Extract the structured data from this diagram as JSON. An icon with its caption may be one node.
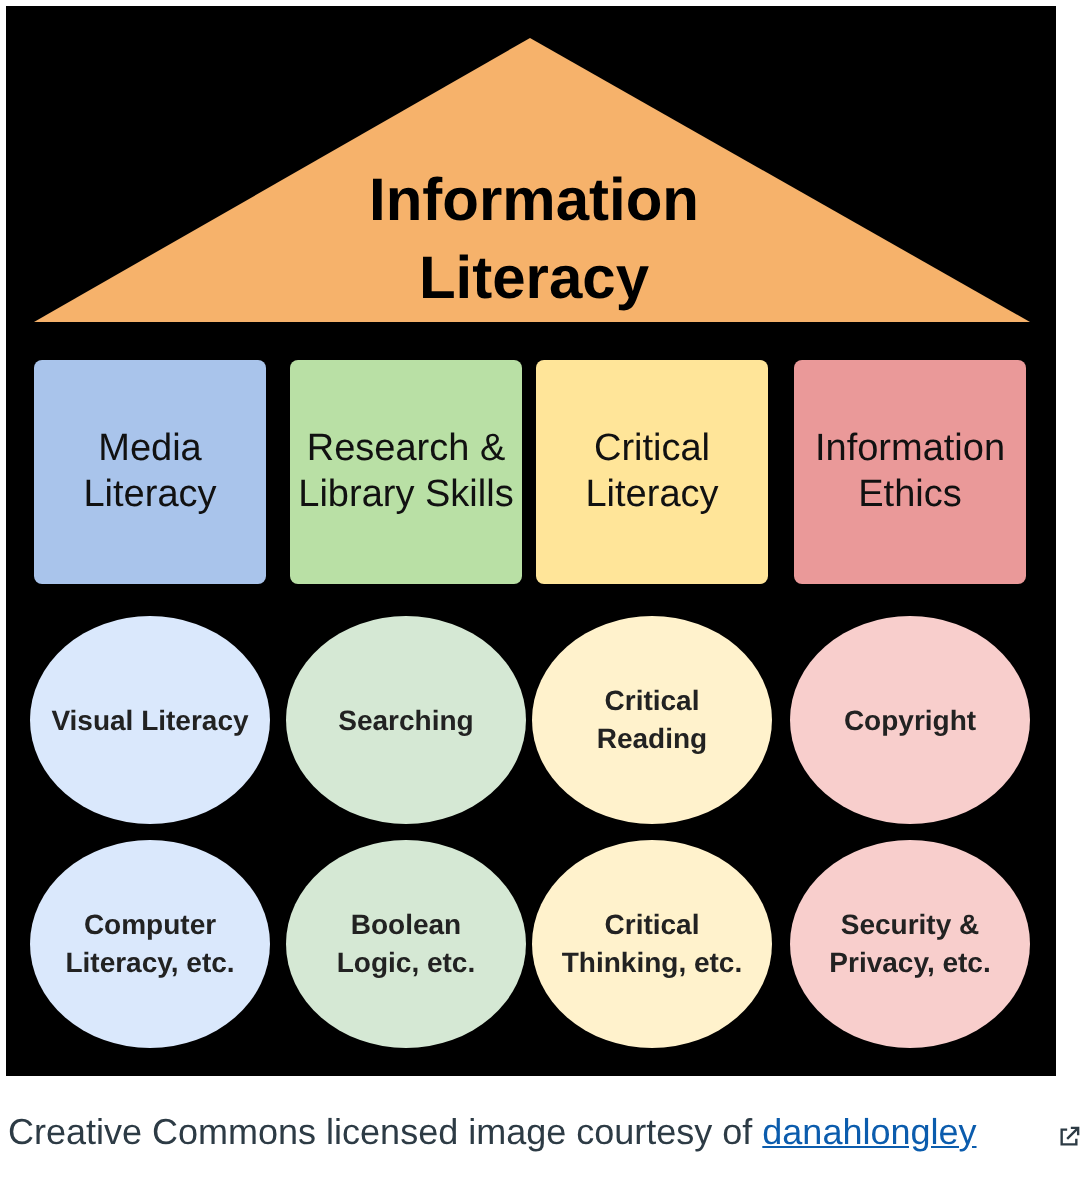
{
  "diagram": {
    "caption": "Creative Commons licensed image courtesy of danahlongley",
    "nodes": [
      {
        "text": [
          "Information Literacy"
        ]
      },
      {
        "text": [
          "Media Literacy"
        ]
      },
      {
        "text": [
          "Research & Library Skills"
        ]
      },
      {
        "text": [
          "Critical Literacy"
        ]
      },
      {
        "text": [
          "Information Ethics"
        ]
      },
      {
        "text": [
          "Visual Literacy"
        ]
      },
      {
        "text": [
          "Searching"
        ]
      },
      {
        "text": [
          "Critical Reading"
        ]
      },
      {
        "text": [
          "Copyright"
        ]
      },
      {
        "text": [
          "Computer Literacy, etc."
        ]
      },
      {
        "text": [
          "Boolean Logic, etc."
        ]
      },
      {
        "text": [
          "Critical Thinking, etc."
        ]
      },
      {
        "text": [
          "Security & Privacy, etc."
        ]
      }
    ]
  }
}
